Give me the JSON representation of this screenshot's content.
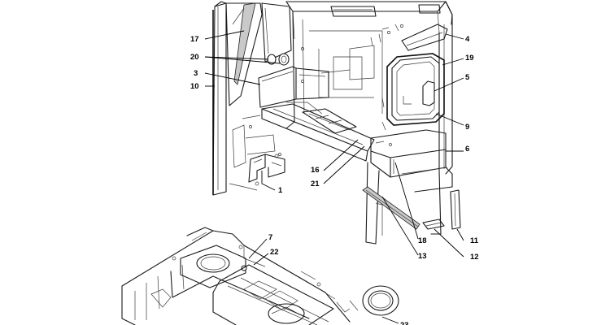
{
  "diagram": {
    "callouts": [
      {
        "id": "c17",
        "text": "17"
      },
      {
        "id": "c20",
        "text": "20"
      },
      {
        "id": "c3",
        "text": "3"
      },
      {
        "id": "c10",
        "text": "10"
      },
      {
        "id": "c4",
        "text": "4"
      },
      {
        "id": "c19",
        "text": "19"
      },
      {
        "id": "c5",
        "text": "5"
      },
      {
        "id": "c9",
        "text": "9"
      },
      {
        "id": "c6",
        "text": "6"
      },
      {
        "id": "c16",
        "text": "16"
      },
      {
        "id": "c21",
        "text": "21"
      },
      {
        "id": "c1",
        "text": "1"
      },
      {
        "id": "c18",
        "text": "18"
      },
      {
        "id": "c11",
        "text": "11"
      },
      {
        "id": "c13",
        "text": "13"
      },
      {
        "id": "c12",
        "text": "12"
      },
      {
        "id": "c7",
        "text": "7"
      },
      {
        "id": "c22",
        "text": "22"
      },
      {
        "id": "c23",
        "text": "23"
      }
    ]
  }
}
